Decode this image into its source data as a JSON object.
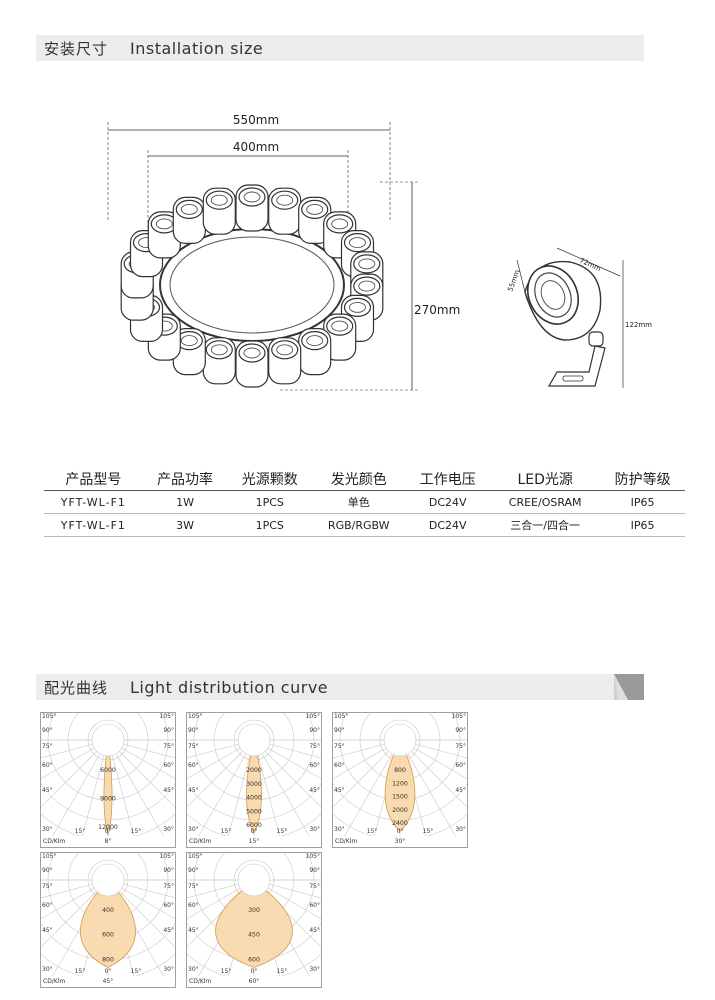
{
  "installation": {
    "title_zh": "安装尺寸",
    "title_en": "Installation size",
    "dim_outer": "550mm",
    "dim_inner": "400mm",
    "dim_height": "270mm",
    "side_dim_a": "55mm",
    "side_dim_b": "72mm",
    "side_dim_c": "122mm"
  },
  "spec_table": {
    "headers": [
      "产品型号",
      "产品功率",
      "光源颗数",
      "发光颜色",
      "工作电压",
      "LED光源",
      "防护等级"
    ],
    "rows": [
      [
        "YFT-WL-F1",
        "1W",
        "1PCS",
        "单色",
        "DC24V",
        "CREE/OSRAM",
        "IP65"
      ],
      [
        "YFT-WL-F1",
        "3W",
        "1PCS",
        "RGB/RGBW",
        "DC24V",
        "三合一/四合一",
        "IP65"
      ]
    ]
  },
  "distribution": {
    "title_zh": "配光曲线",
    "title_en": "Light distribution curve"
  },
  "chart_data": [
    {
      "type": "polar",
      "beam": "8°",
      "unit": "CD/Klm",
      "angle_labels": [
        "105°",
        "90°",
        "75°",
        "60°",
        "45°",
        "30°",
        "15°",
        "0°",
        "15°",
        "30°",
        "45°",
        "60°",
        "75°",
        "90°",
        "105°"
      ],
      "value_labels": [
        "6000",
        "9000",
        "12000"
      ]
    },
    {
      "type": "polar",
      "beam": "15°",
      "unit": "CD/Klm",
      "angle_labels": [
        "105°",
        "90°",
        "75°",
        "60°",
        "45°",
        "30°",
        "15°",
        "0°",
        "15°",
        "30°",
        "45°",
        "60°",
        "75°",
        "90°",
        "105°"
      ],
      "value_labels": [
        "2000",
        "3000",
        "4000",
        "5000",
        "6000"
      ]
    },
    {
      "type": "polar",
      "beam": "30°",
      "unit": "CD/Klm",
      "angle_labels": [
        "105°",
        "90°",
        "75°",
        "60°",
        "45°",
        "30°",
        "15°",
        "0°",
        "15°",
        "30°",
        "45°",
        "60°",
        "75°",
        "90°",
        "105°"
      ],
      "value_labels": [
        "800",
        "1200",
        "1500",
        "2000",
        "2400"
      ]
    },
    {
      "type": "polar",
      "beam": "45°",
      "unit": "CD/Klm",
      "angle_labels": [
        "105°",
        "90°",
        "75°",
        "60°",
        "45°",
        "30°",
        "15°",
        "0°",
        "15°",
        "30°",
        "45°",
        "60°",
        "75°",
        "90°",
        "105°"
      ],
      "value_labels": [
        "400",
        "600",
        "800"
      ]
    },
    {
      "type": "polar",
      "beam": "60°",
      "unit": "CD/Klm",
      "angle_labels": [
        "105°",
        "90°",
        "75°",
        "60°",
        "45°",
        "30°",
        "15°",
        "0°",
        "15°",
        "30°",
        "45°",
        "60°",
        "75°",
        "90°",
        "105°"
      ],
      "value_labels": [
        "300",
        "450",
        "600"
      ]
    }
  ]
}
